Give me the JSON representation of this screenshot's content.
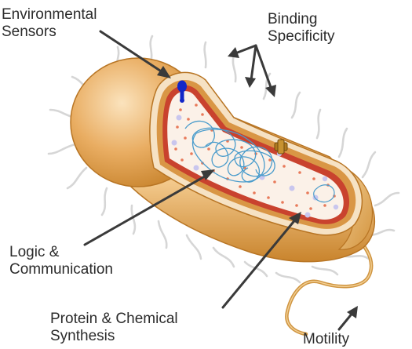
{
  "labels": {
    "environmental_sensors": {
      "line1": "Environmental",
      "line2": "Sensors"
    },
    "binding_specificity": {
      "line1": "Binding",
      "line2": "Specificity"
    },
    "logic_communication": {
      "line1": "Logic &",
      "line2": "Communication"
    },
    "protein_chemical_synthesis": {
      "line1": "Protein & Chemical",
      "line2": "Synthesis"
    },
    "motility": {
      "line1": "Motility"
    }
  },
  "colors": {
    "label_text": "#2b2b2b",
    "arrow": "#3a3a3a",
    "cell_wall_outer": "#e3a24a",
    "cell_wall_dark": "#c8862e",
    "membrane_red": "#c9422e",
    "cytoplasm": "#fbf1e8",
    "dna": "#4a9ccc",
    "ribosome": "#e87a5a",
    "vesicle": "#c9c6ee",
    "pili": "#d9d9d9",
    "sensor_blue": "#1226c8"
  }
}
